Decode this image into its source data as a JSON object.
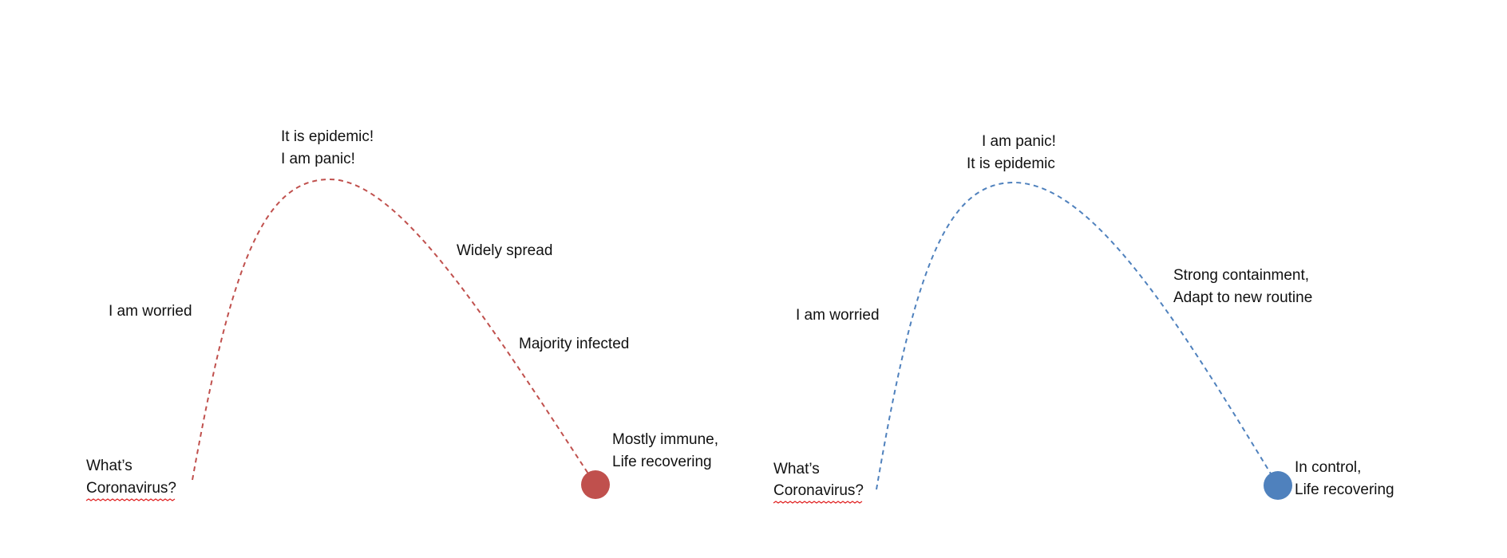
{
  "colors": {
    "left": "#c0504d",
    "right": "#4f81bd",
    "spellcheck": "#e02020"
  },
  "left_curve": {
    "peak_lines": [
      "It is epidemic!",
      "I am panic!"
    ],
    "widely_spread": "Widely spread",
    "worried": "I am worried",
    "majority_infected": "Majority infected",
    "end_lines": [
      "Mostly immune,",
      "Life recovering"
    ],
    "start_lines": [
      "What’s",
      "Coronavirus?"
    ]
  },
  "right_curve": {
    "peak_lines": [
      "I am panic!",
      "It is epidemic"
    ],
    "containment_lines": [
      "Strong containment,",
      "Adapt to new routine"
    ],
    "worried": "I am worried",
    "end_lines": [
      "In control,",
      "Life recovering"
    ],
    "start_lines": [
      "What’s",
      "Coronavirus?"
    ]
  }
}
